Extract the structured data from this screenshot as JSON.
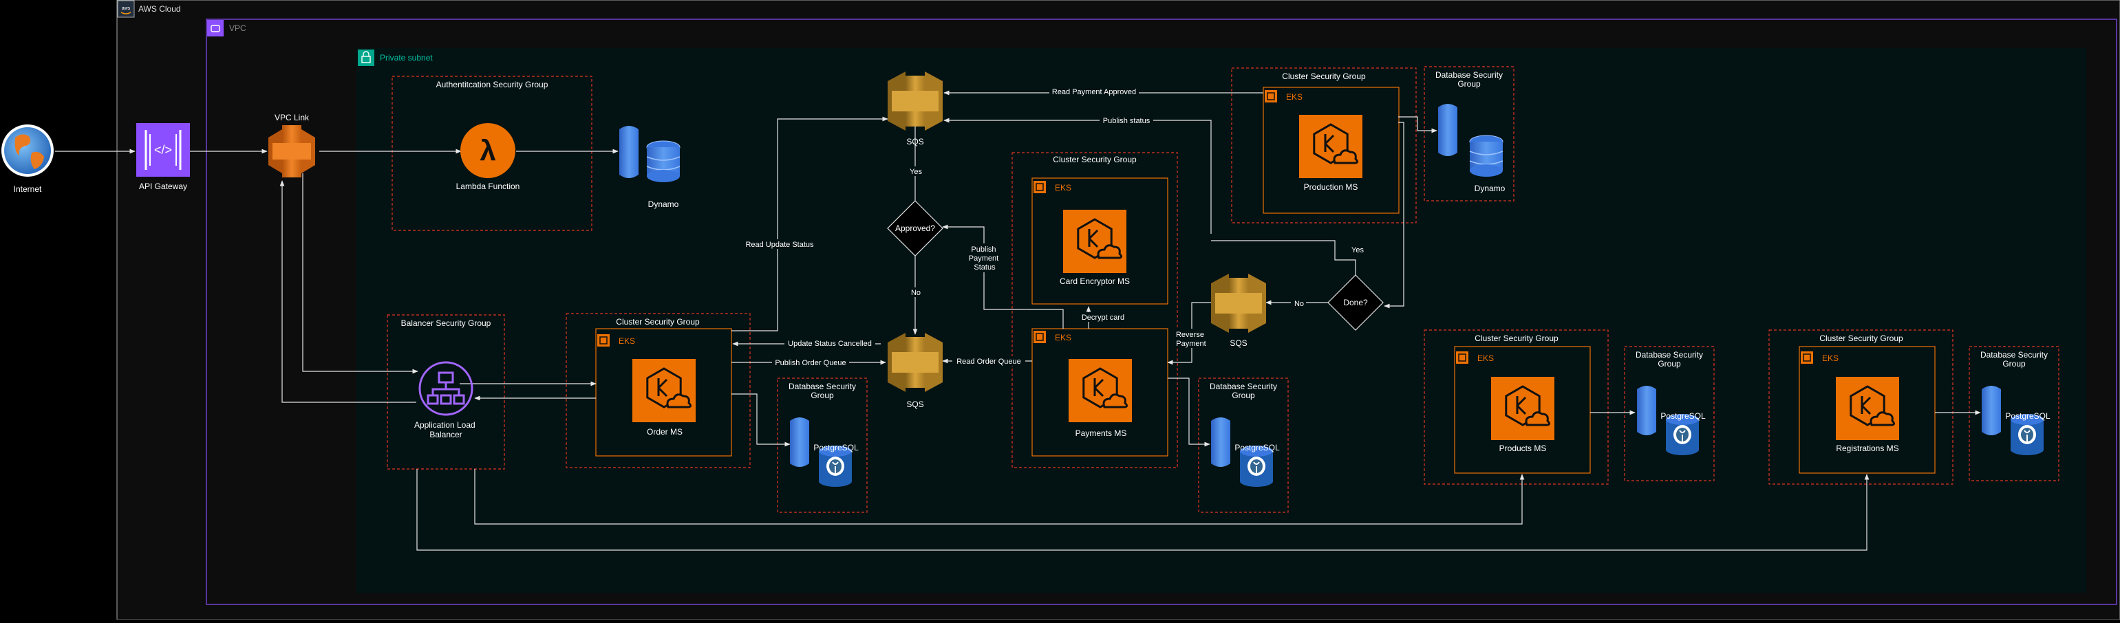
{
  "groups": {
    "aws_cloud": "AWS Cloud",
    "vpc": "VPC",
    "private_subnet": "Private subnet",
    "auth_sg": "Authentitcation Security Group",
    "balancer_sg": "Balancer Security Group",
    "cluster_sg_order": "Cluster Security Group",
    "cluster_sg_payments": "Cluster Security Group",
    "cluster_sg_production": "Cluster Security Group",
    "cluster_sg_products": "Cluster Security Group",
    "cluster_sg_registrations": "Cluster Security Group",
    "db_sg_dynamo": "Database Security Group",
    "db_sg_order": "Database Security Group",
    "db_sg_payments": "Database Security Group",
    "db_sg_products": "Database Security Group",
    "db_sg_registrations": "Database Security Group"
  },
  "eks_label": "EKS",
  "nodes": {
    "internet": "Internet",
    "api_gateway": "API Gateway",
    "vpc_link": "VPC Link",
    "lambda": "Lambda Function",
    "dynamo_auth": "Dynamo",
    "alb_line1": "Application Load",
    "alb_line2": "Balancer",
    "order_ms": "Order MS",
    "payments_ms": "Payments MS",
    "card_encryptor_ms": "Card Encryptor MS",
    "production_ms": "Production MS",
    "products_ms": "Products MS",
    "registrations_ms": "Registrations MS",
    "dynamo_production": "Dynamo",
    "pg_order": "PostgreSQL",
    "pg_payments": "PostgreSQL",
    "pg_products": "PostgreSQL",
    "pg_registrations": "PostgreSQL",
    "sqs_top": "SQS",
    "sqs_middle": "SQS",
    "sqs_right": "SQS",
    "approved": "Approved?",
    "done": "Done?"
  },
  "edges": {
    "read_payment_approved": "Read Payment Approved",
    "publish_status": "Publish status",
    "yes_top": "Yes",
    "no_middle": "No",
    "read_update_status": "Read Update Status",
    "update_status_cancelled": "Update Status Cancelled",
    "publish_order_queue": "Publish Order Queue",
    "read_order_queue": "Read Order Queue",
    "publish_payment_status_1": "Publish",
    "publish_payment_status_2": "Payment",
    "publish_payment_status_3": "Status",
    "decrypt_card": "Decrypt card",
    "reverse_payment_1": "Reverse",
    "reverse_payment_2": "Payment",
    "done_yes": "Yes",
    "done_no": "No"
  },
  "colors": {
    "background": "#000000",
    "cloud_bg": "#0d0d0d",
    "subnet_bg": "#031213",
    "eks_orange": "#ed7100",
    "api_purple": "#8c4fff",
    "vpc_purple": "#8c4fff",
    "subnet_teal": "#01a88d",
    "sqs_gold": "#c7962e",
    "group_border_red": "#dd3522",
    "dynamo_blue": "#3d7be1",
    "line": "#e6e6e6"
  }
}
